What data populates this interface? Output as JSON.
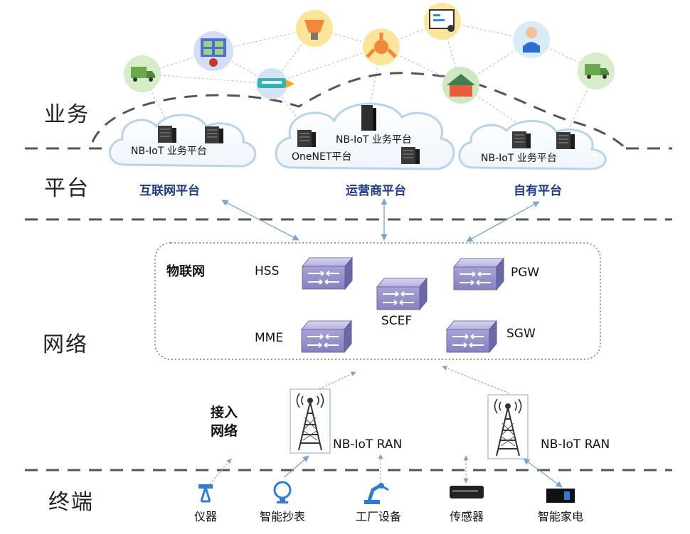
{
  "layers": {
    "business": "业务",
    "platform": "平台",
    "network": "网络",
    "terminal": "终端"
  },
  "platforms": [
    {
      "name": "互联网平台",
      "cloud_text": "NB-IoT 业务平台"
    },
    {
      "name": "运营商平台",
      "cloud_text": "NB-IoT 业务平台",
      "cloud_text_2": "OneNET平台"
    },
    {
      "name": "自有平台",
      "cloud_text": "NB-IoT 业务平台"
    }
  ],
  "core_network": {
    "title": "物联网",
    "nodes": [
      "HSS",
      "SCEF",
      "PGW",
      "MME",
      "SGW"
    ]
  },
  "access_network": {
    "label_line1": "接入",
    "label_line2": "网络",
    "ran_left": "NB-IoT RAN",
    "ran_right": "NB-IoT RAN"
  },
  "terminals": [
    "仪器",
    "智能抄表",
    "工厂设备",
    "传感器",
    "智能家电"
  ],
  "colors": {
    "platform_label": "#1f3c88",
    "cloud_edge": "#b9d3ea",
    "switch_fill": "#9d9ad0",
    "arrow": "#7aa6cc",
    "dash": "#555555",
    "business_circle": "#d7ecc9"
  }
}
